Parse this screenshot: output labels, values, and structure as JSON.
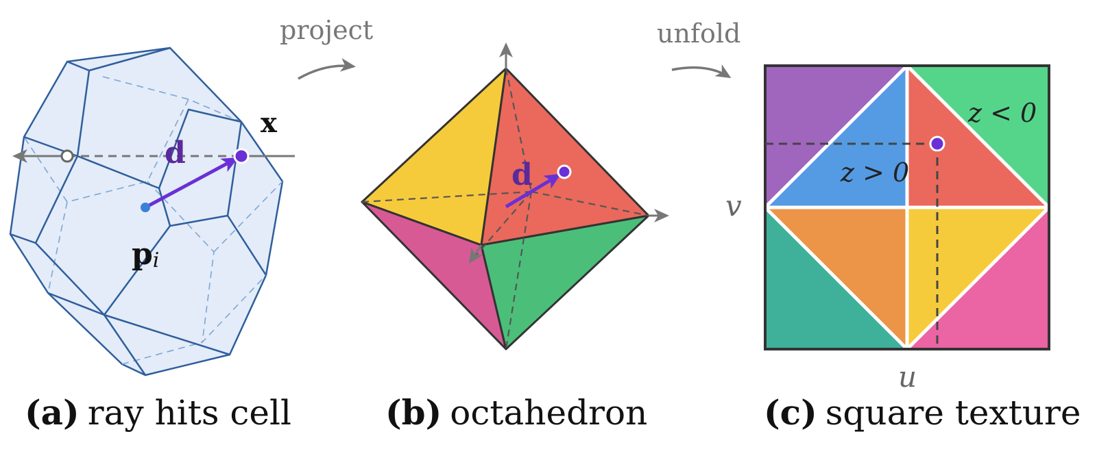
{
  "arrows": {
    "project_label": "project",
    "unfold_label": "unfold"
  },
  "panel_a": {
    "caption_tag": "(a)",
    "caption_text": "ray hits cell",
    "label_x": "x",
    "label_d": "d",
    "label_p": "p",
    "label_p_sub": "i"
  },
  "panel_b": {
    "caption_tag": "(b)",
    "caption_text": "octahedron",
    "label_d": "d"
  },
  "panel_c": {
    "caption_tag": "(c)",
    "caption_text": "square texture",
    "label_z_neg": "z < 0",
    "label_z_pos": "z > 0",
    "axis_u": "u",
    "axis_v": "v"
  },
  "colors": {
    "purple": "#a066be",
    "green": "#55d58a",
    "blue": "#549be4",
    "red": "#ea695c",
    "orange": "#ec9447",
    "yellow": "#f6cb3b",
    "teal": "#3fb19b",
    "pink": "#eb64a4",
    "magenta": "#d85a94",
    "dark_green": "#4bbf79",
    "ray_violet": "#6a2fd6",
    "cell_fill": "#e3ecf8",
    "cell_edge": "#2f5e9c"
  }
}
